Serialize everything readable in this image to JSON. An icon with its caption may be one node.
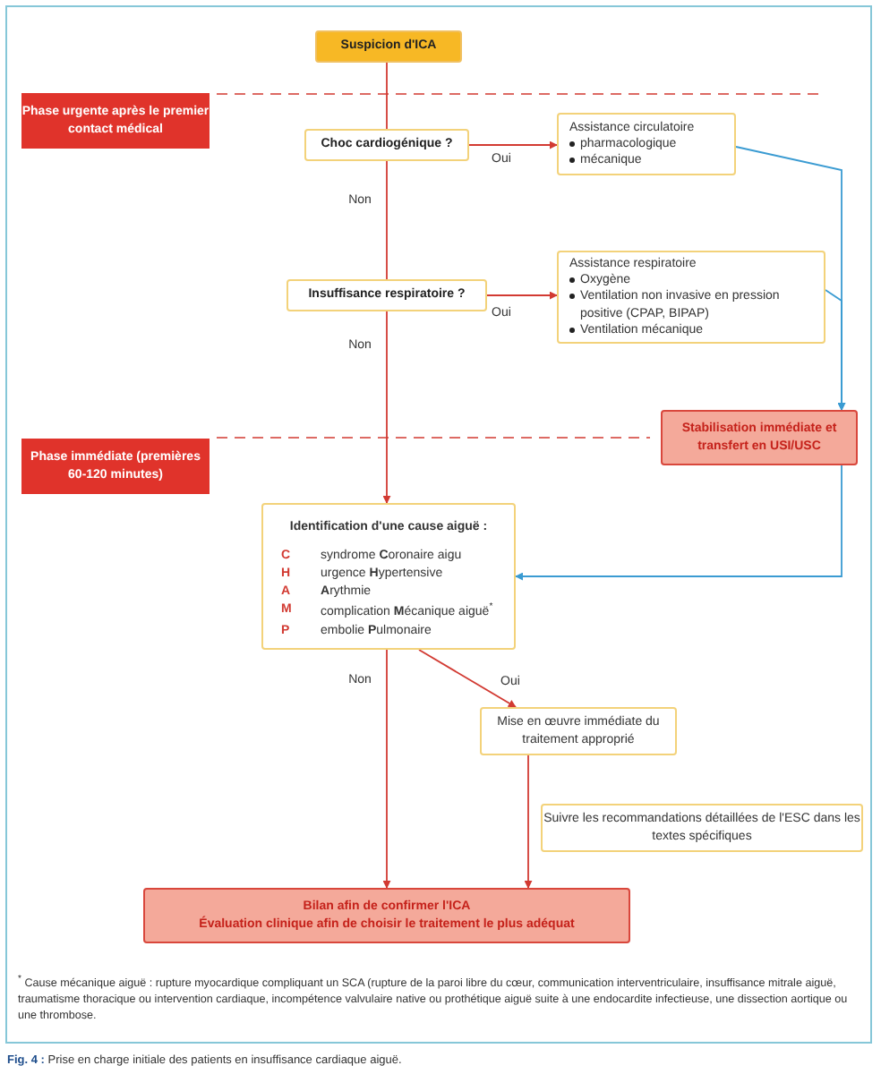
{
  "diagram": {
    "caption": "**Fig. 4 :** Prise en charge initiale des patients en insuffisance cardiaque aiguë.",
    "nodes": [
      {
        "text": [
          "Suspicion d'ICA"
        ]
      },
      {
        "text": [
          "Phase urgente après le premier contact médical"
        ]
      },
      {
        "text": [
          "Choc cardiogénique ?"
        ]
      },
      {
        "text": [
          "Assistance circulatoire",
          "pharmacologique",
          "mécanique"
        ]
      },
      {
        "text": [
          "Insuffisance respiratoire ?"
        ]
      },
      {
        "text": [
          "Assistance respiratoire",
          "Oxygène",
          "Ventilation non invasive en pression positive (CPAP, BIPAP)",
          "Ventilation mécanique"
        ]
      },
      {
        "text": [
          "Phase immédiate (premières 60-120 minutes)"
        ]
      },
      {
        "text": [
          "Stabilisation immédiate et transfert en USI/USC"
        ]
      },
      {
        "text": [
          "Identification d'une cause aiguë :",
          "C",
          "syndrome **C**oronaire aigu",
          "H",
          "urgence **H**ypertensive",
          "A",
          "**A**rythmie",
          "M",
          "complication **M**écanique aiguë$^{*}$",
          "P",
          "embolie **P**ulmonaire"
        ]
      },
      {
        "text": [
          "Mise en œuvre immédiate du traitement approprié"
        ]
      },
      {
        "text": [
          "Suivre les recommandations détaillées de l'ESC dans les textes spécifiques"
        ]
      },
      {
        "text": [
          "Bilan afin de confirmer l'ICA",
          "Évaluation clinique afin de choisir le traitement le plus adéquat"
        ]
      }
    ],
    "edges": [
      {
        "from": 0,
        "to": 2,
        "arrow": "none"
      },
      {
        "from": 2,
        "to": 4,
        "arrow": "none",
        "label": "Non"
      },
      {
        "from": 4,
        "to": 8,
        "arrow": "to",
        "label": "Non"
      },
      {
        "from": 2,
        "to": 3,
        "arrow": "to",
        "label": "Oui"
      },
      {
        "from": 4,
        "to": 5,
        "arrow": "to",
        "label": "Oui"
      },
      {
        "from": 3,
        "to": 7,
        "arrow": "to",
        "color": "#3a9bd2"
      },
      {
        "from": 5,
        "to": 7,
        "arrow": "to",
        "color": "#3a9bd2"
      },
      {
        "from": 7,
        "to": 8,
        "arrow": "to",
        "color": "#3a9bd2"
      },
      {
        "from": 8,
        "to": 11,
        "arrow": "to",
        "label": "Non"
      },
      {
        "from": 8,
        "to": 9,
        "arrow": "to",
        "label": "Oui"
      },
      {
        "from": 9,
        "to": 11,
        "arrow": "to"
      }
    ],
    "labels": [
      "$^{*}$ Cause mécanique aiguë : rupture myocardique compliquant un SCA (rupture de la paroi libre du cœur, communication interventriculaire, insuffisance mitrale aiguë, traumatisme thoracique ou intervention cardiaque, incompétence valvulaire native ou prothétique aiguë suite à une endocardite infectieuse, une dissection aortique ou une thrombose."
    ]
  }
}
